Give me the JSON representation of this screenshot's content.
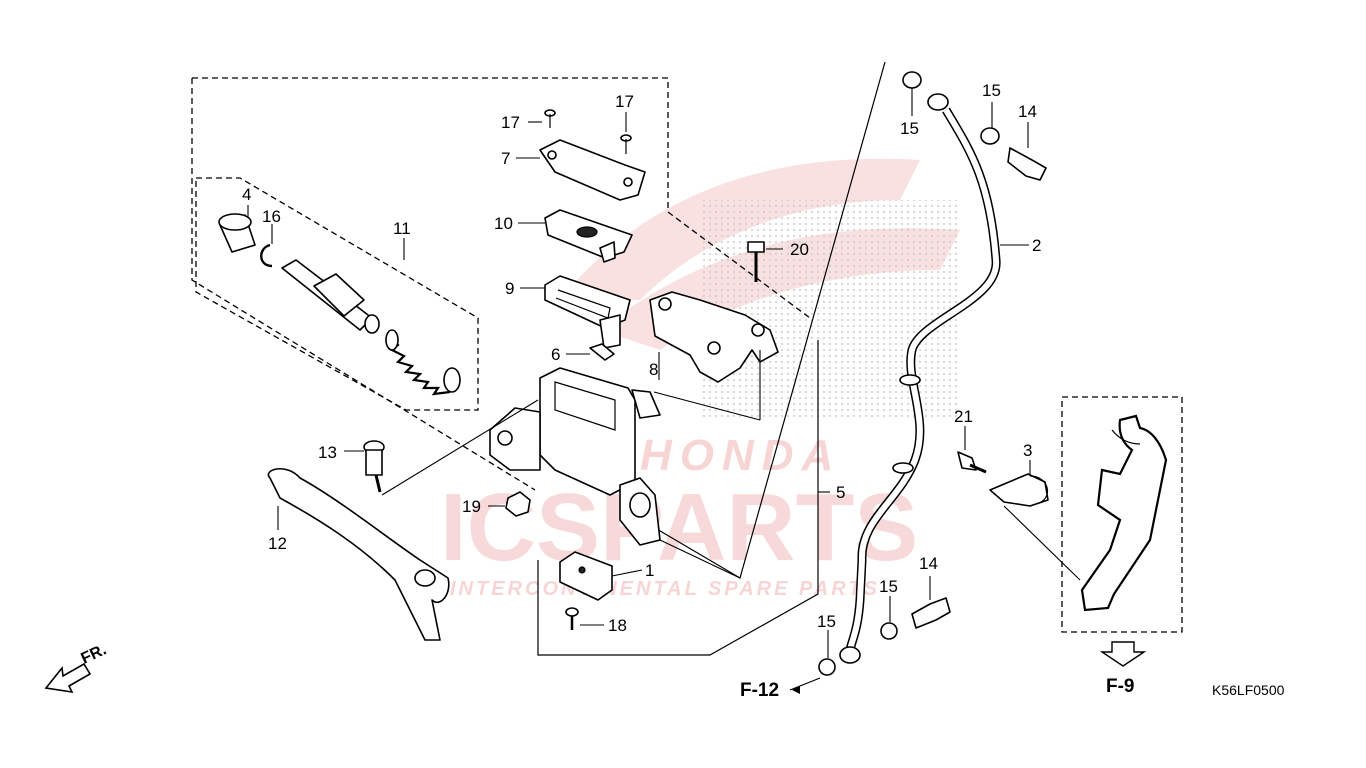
{
  "diagram": {
    "part_labels": [
      "1",
      "2",
      "3",
      "4",
      "5",
      "6",
      "7",
      "8",
      "9",
      "10",
      "11",
      "12",
      "13",
      "14",
      "14",
      "15",
      "15",
      "15",
      "15",
      "16",
      "17",
      "17",
      "18",
      "19",
      "20",
      "21"
    ],
    "references": [
      "F-12",
      "F-9"
    ],
    "figure_code": "K56LF0500",
    "direction_label": "FR.",
    "watermark": {
      "brand": "ICSPARTS",
      "tagline": "INTERCONTINENTAL SPARE PARTS",
      "logo_text": "HONDA"
    }
  },
  "labels": {
    "l1": "1",
    "l2": "2",
    "l3": "3",
    "l4": "4",
    "l5": "5",
    "l6": "6",
    "l7": "7",
    "l8": "8",
    "l9": "9",
    "l10": "10",
    "l11": "11",
    "l12": "12",
    "l13": "13",
    "l14a": "14",
    "l14b": "14",
    "l15a": "15",
    "l15b": "15",
    "l15c": "15",
    "l15d": "15",
    "l16": "16",
    "l17a": "17",
    "l17b": "17",
    "l18": "18",
    "l19": "19",
    "l20": "20",
    "l21": "21"
  },
  "refs": {
    "f12": "F-12",
    "f9": "F-9"
  },
  "code": "K56LF0500",
  "fr": "FR.",
  "wm": {
    "brand": "ICSPARTS",
    "tagline": "INTERCONTINENTAL SPARE PARTS",
    "logo": "HONDA"
  }
}
